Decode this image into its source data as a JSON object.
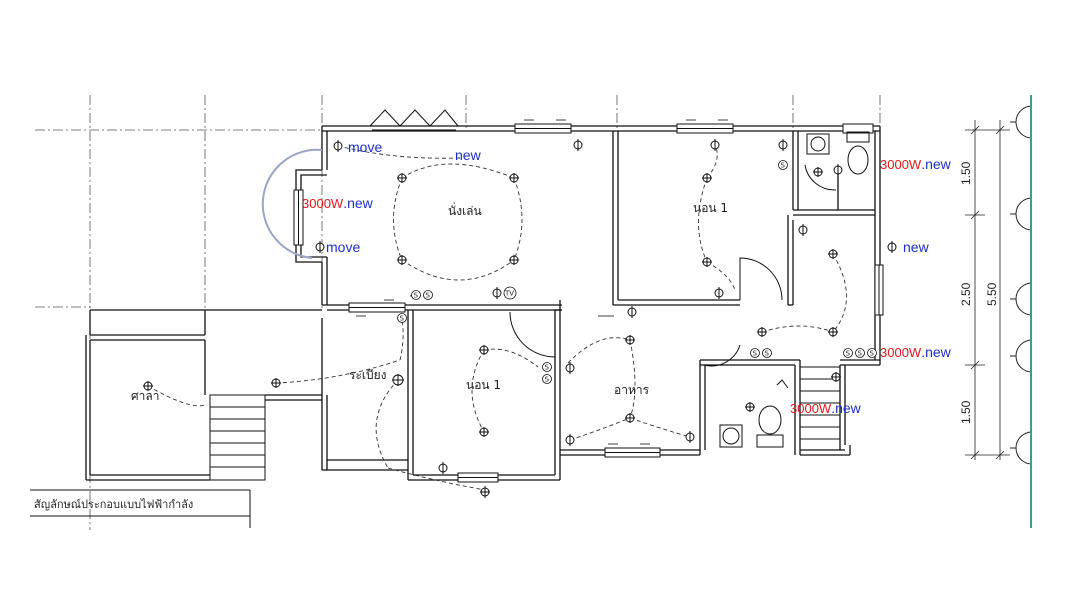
{
  "rooms": {
    "living": "นั่งเล่น",
    "bedroom_upper": "นอน 1",
    "bedroom_lower": "นอน 1",
    "dining": "อาหาร",
    "veranda": "ระเบียง",
    "pavilion": "ศาลา"
  },
  "notes": {
    "move_top": "move",
    "move_bottom": "move",
    "new_top": "new",
    "new_right": "new",
    "heater_1_power": "3000W",
    "heater_1_tag": ".new",
    "heater_2_power": "3000W",
    "heater_2_tag": ".new",
    "heater_3_power": "3000W",
    "heater_3_tag": ".new",
    "heater_4_power": "3000W",
    "heater_4_tag": ".new"
  },
  "dimensions": {
    "d1": "1.50",
    "d2": "2.50",
    "d3": "1.50",
    "total": "5.50"
  },
  "symbols": {
    "socket": "S",
    "tv": "TV"
  },
  "legend": {
    "title": "สัญลักษณ์ประกอบแบบไฟฟ้ากำลัง"
  },
  "colors": {
    "annotation_blue": "#1c2fd0",
    "annotation_red": "#e0191e",
    "teal_edge": "#3d9c8a"
  }
}
